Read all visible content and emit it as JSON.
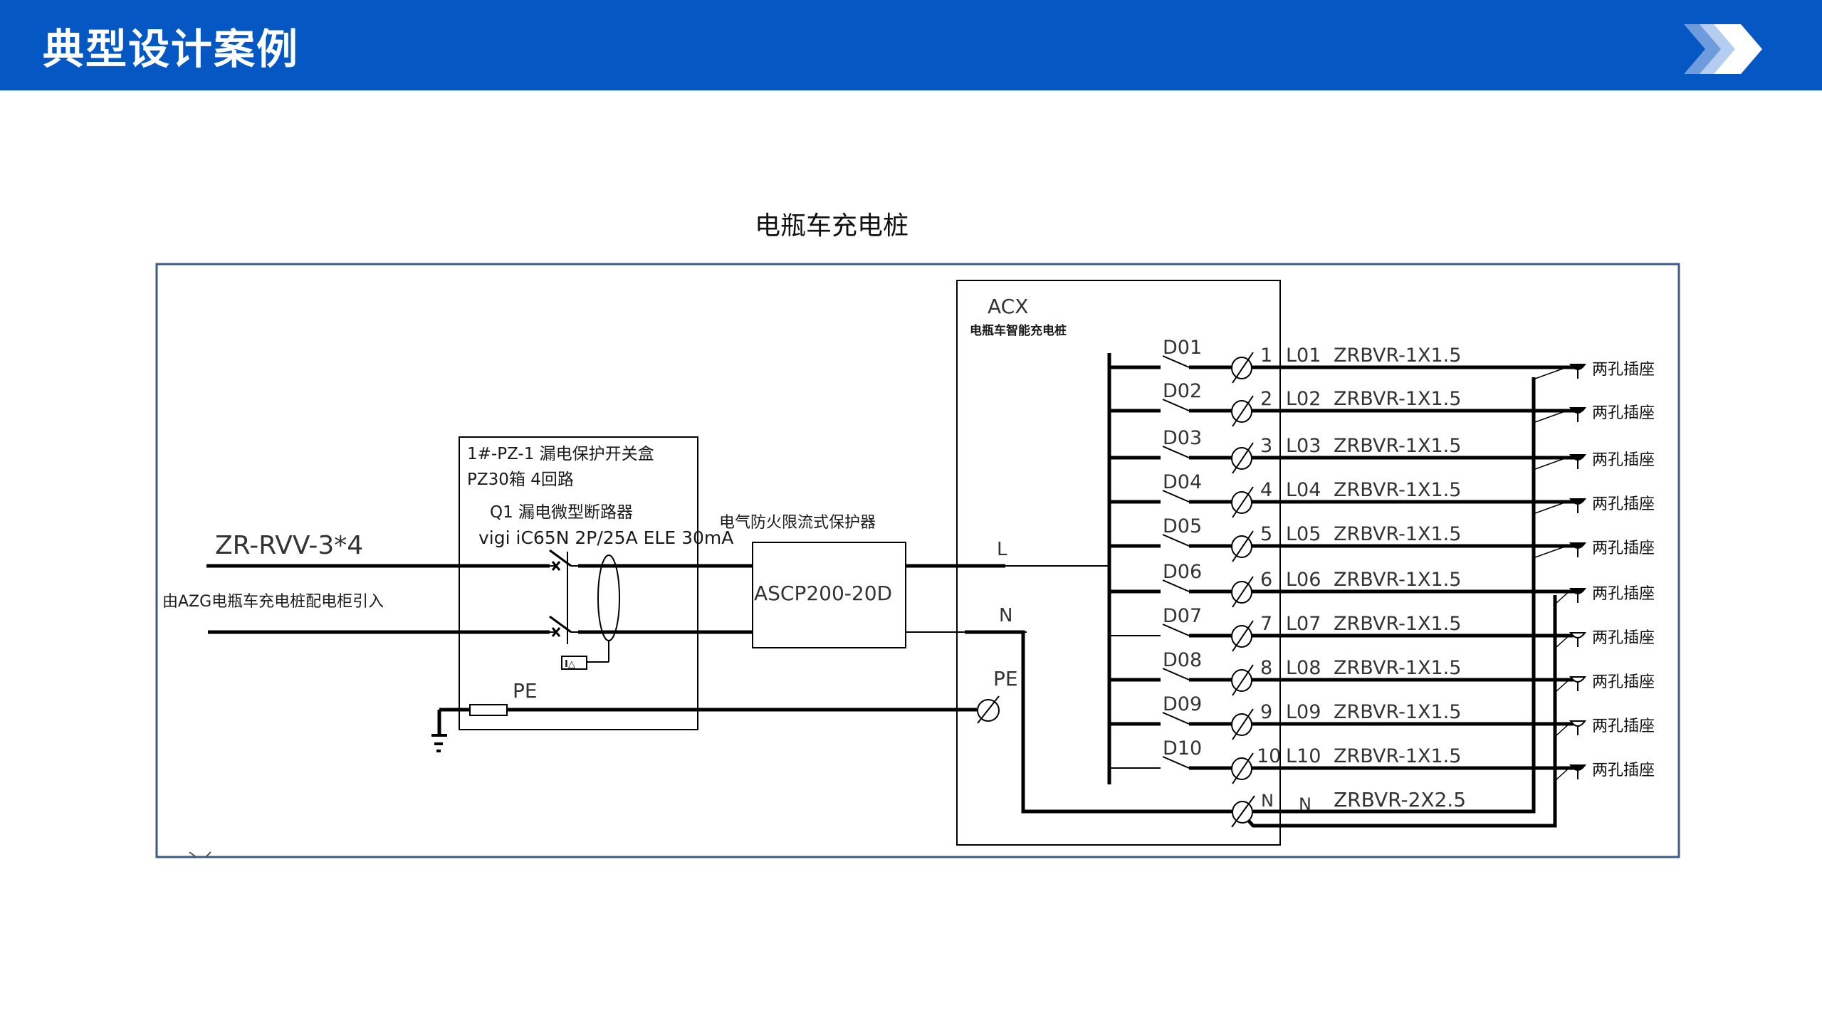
{
  "header": {
    "title": "典型设计案例",
    "brand_color": "#0557C4",
    "icon": "chevron-right-double-icon"
  },
  "diagram": {
    "title": "电瓶车充电桩",
    "incoming": {
      "cable": "ZR-RVV-3*4",
      "source": "由AZG电瓶车充电桩配电柜引入"
    },
    "switch_box": {
      "line1": "1#-PZ-1 漏电保护开关盒",
      "line2": "PZ30箱 4回路",
      "breaker_label": "Q1 漏电微型断路器",
      "breaker_model": "vigi iC65N 2P/25A ELE 30mA",
      "residual_symbol": "I△",
      "pe_label": "PE"
    },
    "protector": {
      "title": "电气防火限流式保护器",
      "model": "ASCP200-20D"
    },
    "charger": {
      "name": "ACX",
      "desc": "电瓶车智能充电桩",
      "terminal_L": "L",
      "terminal_N": "N",
      "terminal_PE": "PE",
      "outputs": [
        {
          "switch": "D01",
          "terminal": "1",
          "circuit": "L01",
          "cable": "ZRBVR-1X1.5",
          "socket": "两孔插座",
          "socket_filled": true
        },
        {
          "switch": "D02",
          "terminal": "2",
          "circuit": "L02",
          "cable": "ZRBVR-1X1.5",
          "socket": "两孔插座",
          "socket_filled": true
        },
        {
          "switch": "D03",
          "terminal": "3",
          "circuit": "L03",
          "cable": "ZRBVR-1X1.5",
          "socket": "两孔插座",
          "socket_filled": true
        },
        {
          "switch": "D04",
          "terminal": "4",
          "circuit": "L04",
          "cable": "ZRBVR-1X1.5",
          "socket": "两孔插座",
          "socket_filled": true
        },
        {
          "switch": "D05",
          "terminal": "5",
          "circuit": "L05",
          "cable": "ZRBVR-1X1.5",
          "socket": "两孔插座",
          "socket_filled": true
        },
        {
          "switch": "D06",
          "terminal": "6",
          "circuit": "L06",
          "cable": "ZRBVR-1X1.5",
          "socket": "两孔插座",
          "socket_filled": true
        },
        {
          "switch": "D07",
          "terminal": "7",
          "circuit": "L07",
          "cable": "ZRBVR-1X1.5",
          "socket": "两孔插座",
          "socket_filled": false
        },
        {
          "switch": "D08",
          "terminal": "8",
          "circuit": "L08",
          "cable": "ZRBVR-1X1.5",
          "socket": "两孔插座",
          "socket_filled": false
        },
        {
          "switch": "D09",
          "terminal": "9",
          "circuit": "L09",
          "cable": "ZRBVR-1X1.5",
          "socket": "两孔插座",
          "socket_filled": false
        },
        {
          "switch": "D10",
          "terminal": "10",
          "circuit": "L10",
          "cable": "ZRBVR-1X1.5",
          "socket": "两孔插座",
          "socket_filled": true
        }
      ],
      "neutral": {
        "terminal": "N",
        "circuit": "N",
        "cable": "ZRBVR-2X2.5"
      }
    }
  }
}
